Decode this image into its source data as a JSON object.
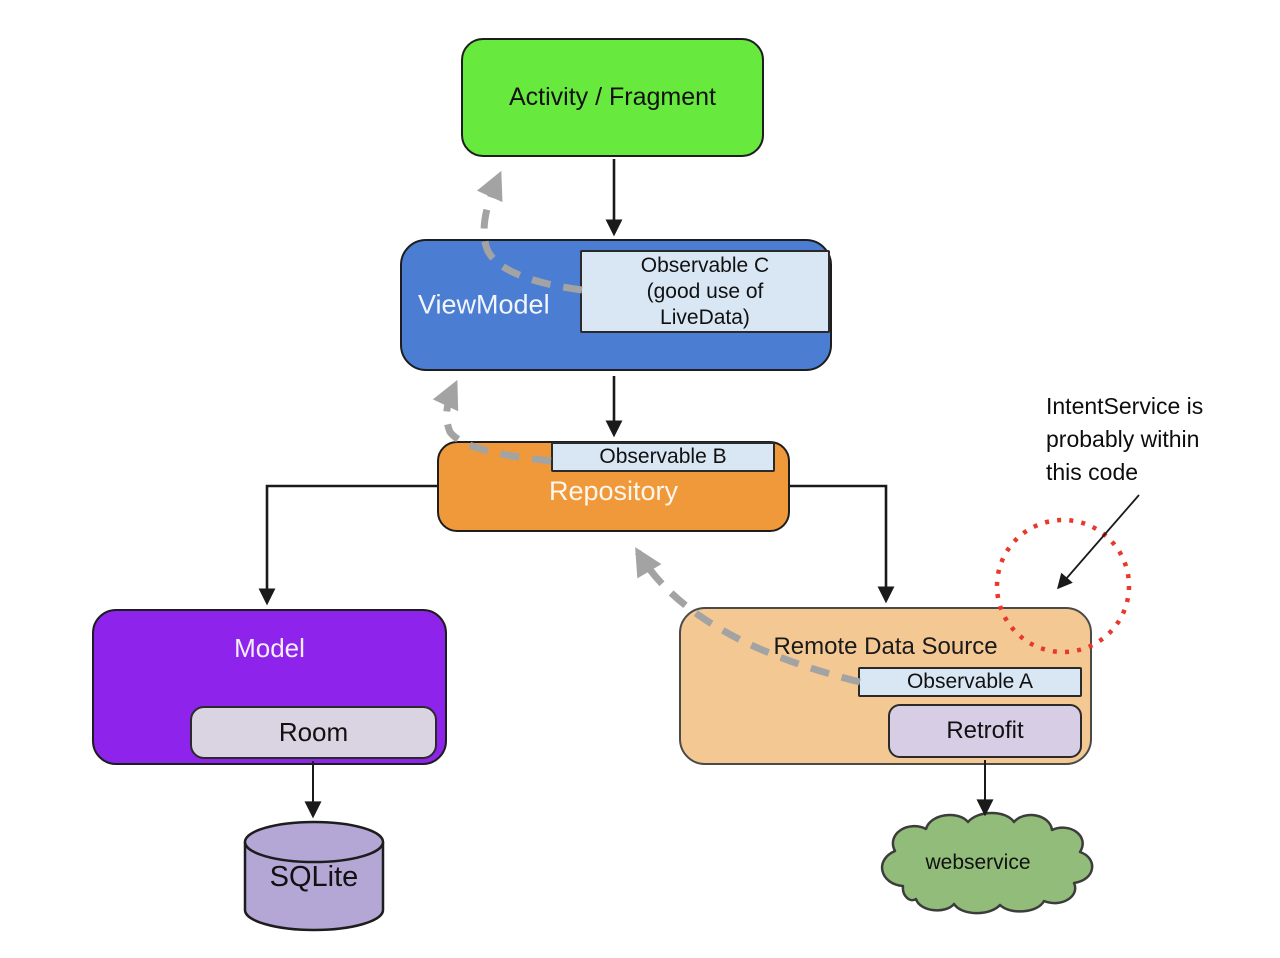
{
  "diagram": {
    "title": "Android app architecture diagram",
    "nodes": {
      "activity": {
        "label": "Activity / Fragment",
        "color": "#68E93E"
      },
      "viewmodel": {
        "label": "ViewModel",
        "color": "#4B7DD3"
      },
      "observable_c": {
        "label": "Observable C\n(good use of\nLiveData)",
        "color": "#D9E6F4"
      },
      "repository": {
        "label": "Repository",
        "color": "#F0993B"
      },
      "observable_b": {
        "label": "Observable B",
        "color": "#D9E6F4"
      },
      "model": {
        "label": "Model",
        "color": "#8E24EC"
      },
      "room": {
        "label": "Room",
        "color": "#DAD4E2"
      },
      "remote": {
        "label": "Remote Data Source",
        "color": "#F4C893"
      },
      "observable_a": {
        "label": "Observable A",
        "color": "#D9E6F4"
      },
      "retrofit": {
        "label": "Retrofit",
        "color": "#D7CEE5"
      },
      "sqlite": {
        "label": "SQLite",
        "color": "#B5A7D5"
      },
      "webservice": {
        "label": "webservice",
        "color": "#92BC79"
      }
    },
    "annotation": {
      "text": "IntentService is\nprobably within\nthis code",
      "highlight_color": "#E8372B"
    },
    "connectors": {
      "solid_color": "#1a1a1a",
      "dashed_color": "#A3A3A3"
    }
  }
}
